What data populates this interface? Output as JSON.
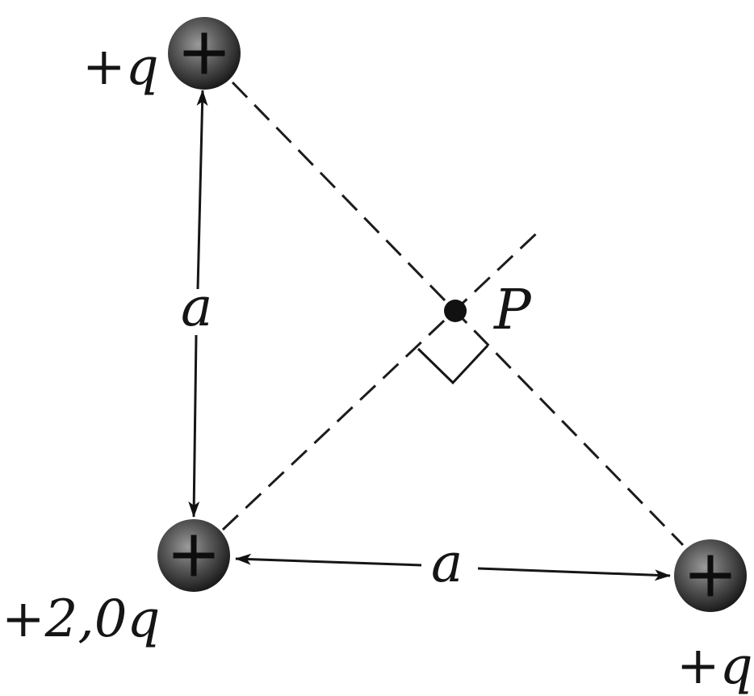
{
  "charges": {
    "top_left": {
      "label": "+q",
      "sign": "+"
    },
    "bottom_left": {
      "label": "+2,0q",
      "sign": "+"
    },
    "bottom_right": {
      "label": "+q",
      "sign": "+"
    }
  },
  "point": {
    "label": "P"
  },
  "distances": {
    "vertical": "a",
    "horizontal": "a"
  }
}
